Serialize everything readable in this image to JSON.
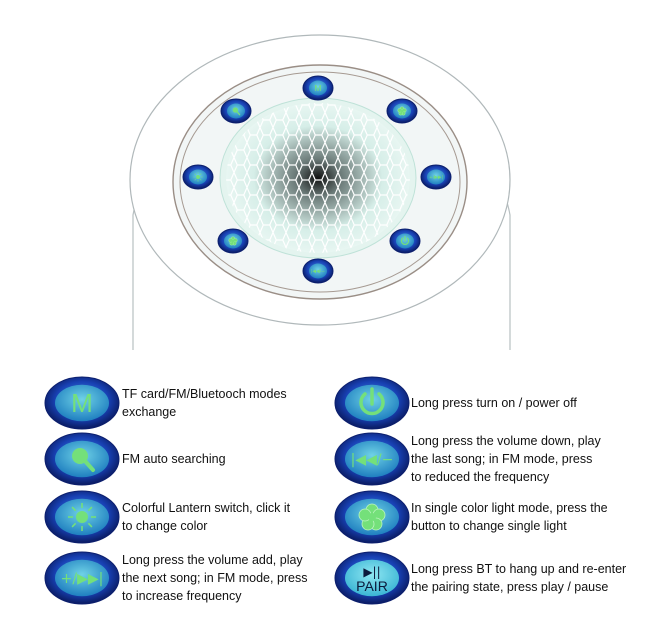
{
  "panel": {
    "icons": [
      "m-mode-icon",
      "search-icon",
      "sun-icon",
      "clover-icon",
      "volume-down-prev-icon",
      "power-icon",
      "volume-up-next-icon",
      "flower-icon"
    ]
  },
  "legend": {
    "left": [
      {
        "icon": "m-mode-icon",
        "glyph": "M",
        "lines": [
          "TF card/FM/Bluetooch modes",
          "exchange"
        ]
      },
      {
        "icon": "search-icon",
        "lines": [
          "FM auto searching"
        ]
      },
      {
        "icon": "sun-icon",
        "lines": [
          "Colorful Lantern switch, click it",
          "to change color"
        ]
      },
      {
        "icon": "volume-up-next-icon",
        "glyph": "+/▶▶|",
        "lines": [
          "Long press the volume add, play",
          "the next song; in FM mode, press",
          "to increase frequency"
        ]
      }
    ],
    "right": [
      {
        "icon": "power-icon",
        "lines": [
          "Long press turn on / power off"
        ]
      },
      {
        "icon": "volume-down-prev-icon",
        "glyph": "|◀◀/−",
        "lines": [
          "Long press the volume down, play",
          "the last song; in FM mode, press",
          "to reduced the frequency"
        ]
      },
      {
        "icon": "clover-icon",
        "lines": [
          "In single color light mode, press the",
          "button to change single light"
        ]
      },
      {
        "icon": "pair-icon",
        "glyph": "▶||",
        "glyph2": "PAIR",
        "lines": [
          "Long press BT to hang up and re-enter",
          "the pairing state, press play / pause"
        ]
      }
    ]
  },
  "colors": {
    "ring": "#1b3fa8",
    "ringDark": "#0c1f6e",
    "face": "#58c8d6",
    "glyph": "#74e07a",
    "panelRing": "#9aa4a8"
  }
}
